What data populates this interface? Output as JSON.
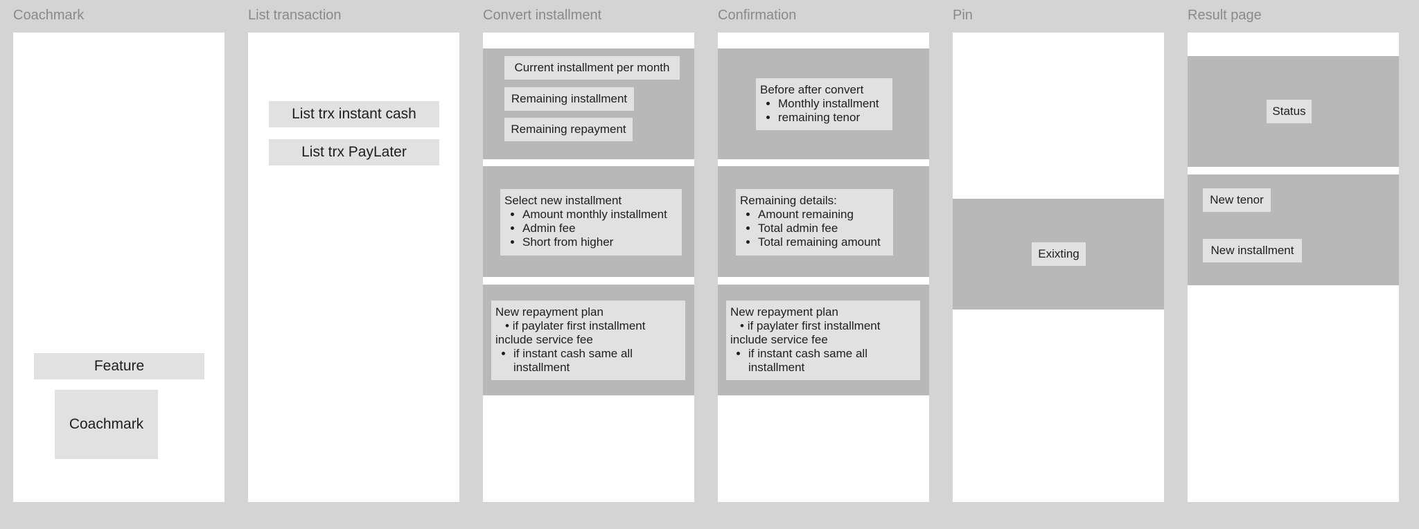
{
  "columns": [
    {
      "title": "Coachmark"
    },
    {
      "title": "List transaction"
    },
    {
      "title": "Convert installment"
    },
    {
      "title": "Confirmation"
    },
    {
      "title": "Pin"
    },
    {
      "title": "Result page"
    }
  ],
  "coachmark": {
    "feature": "Feature",
    "coachmark": "Coachmark"
  },
  "list_transaction": {
    "instant_cash": "List trx instant cash",
    "paylater": "List trx PayLater"
  },
  "convert_installment": {
    "current": "Current installment per month",
    "remaining_installment": "Remaining installment",
    "remaining_repayment": "Remaining repayment",
    "select_title": "Select new installment",
    "select_items": [
      "Amount monthly installment",
      "Admin fee",
      "Short from higher"
    ],
    "plan_title": "New repayment plan",
    "plan_item1": "if paylater first installment",
    "plan_continuation": "include service fee",
    "plan_item2": "if instant cash same all installment"
  },
  "confirmation": {
    "before_title": "Before after convert",
    "before_items": [
      "Monthly installment",
      "remaining tenor"
    ],
    "remaining_title": "Remaining details:",
    "remaining_items": [
      "Amount remaining",
      "Total admin fee",
      "Total remaining amount"
    ],
    "plan_title": "New repayment plan",
    "plan_item1": "if paylater first installment",
    "plan_continuation": "include service fee",
    "plan_item2": "if instant cash same all installment"
  },
  "pin": {
    "existing": "Exixting"
  },
  "result_page": {
    "status": "Status",
    "new_tenor": "New tenor",
    "new_installment": "New installment"
  }
}
